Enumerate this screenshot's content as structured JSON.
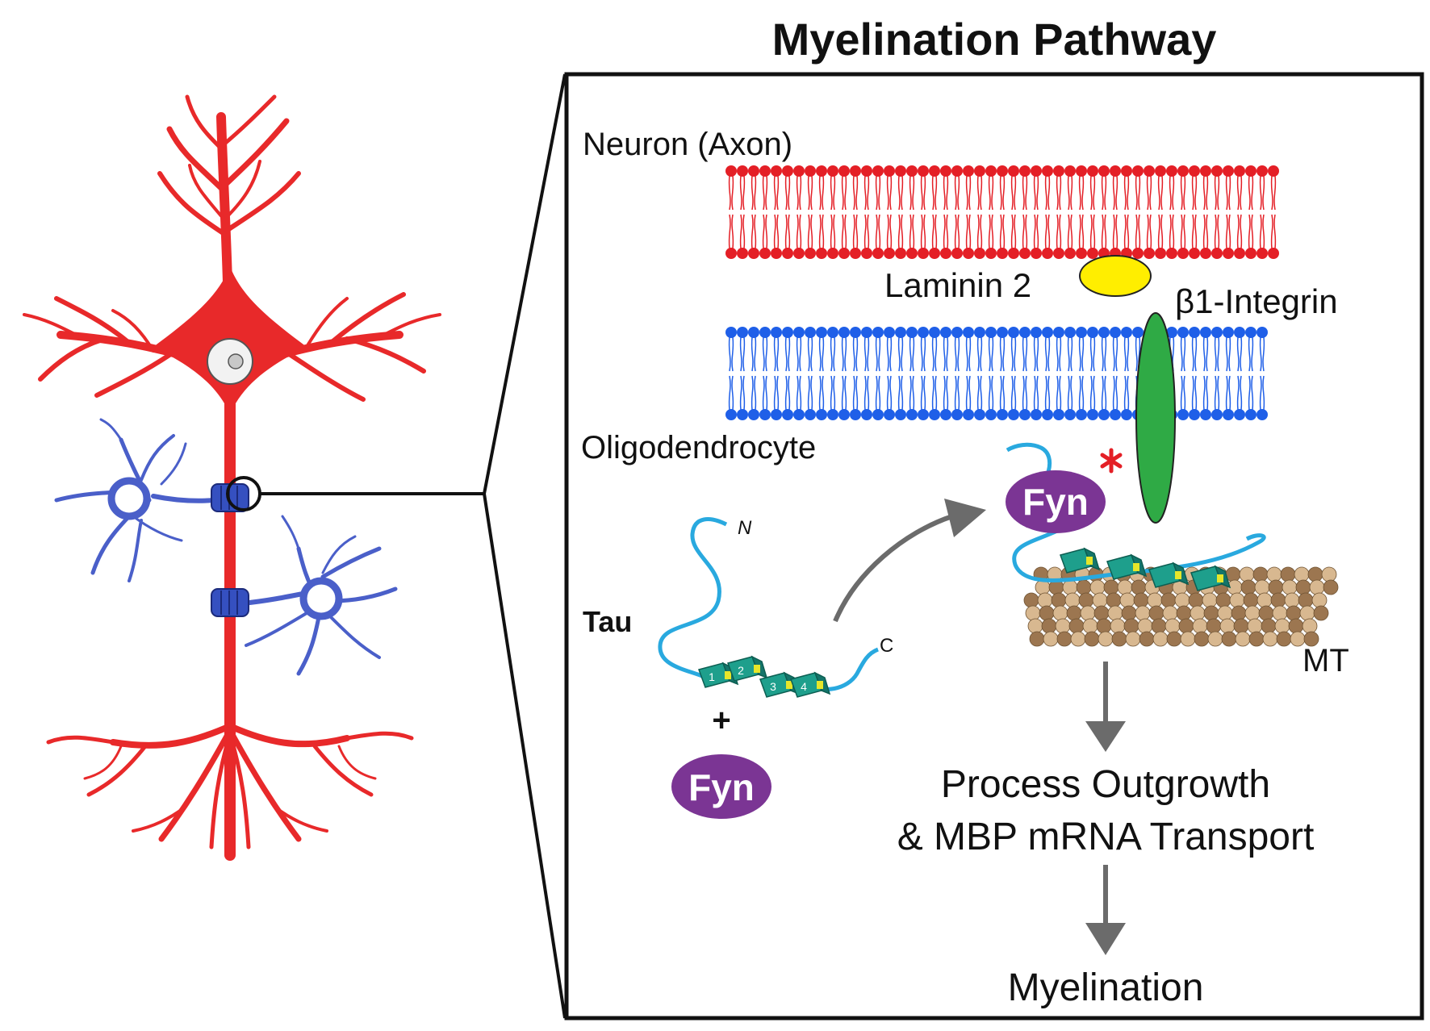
{
  "title": "Myelination Pathway",
  "labels": {
    "neuron_axon": "Neuron (Axon)",
    "laminin": "Laminin 2",
    "integrin": "β1-Integrin",
    "oligodendrocyte": "Oligodendrocyte",
    "tau": "Tau",
    "plus": "+",
    "fyn_free": "Fyn",
    "fyn_bound": "Fyn",
    "mt": "MT",
    "terminus_n": "N",
    "terminus_c": "C",
    "repeats": [
      "1",
      "2",
      "3",
      "4"
    ],
    "outcome_line1": "Process Outgrowth",
    "outcome_line2": "& MBP mRNA Transport",
    "final": "Myelination"
  },
  "colors": {
    "neuron": "#e8292a",
    "oligodendrocyte": "#4a5fc9",
    "axon_membrane": "#e41f26",
    "oligo_membrane": "#1f5fe8",
    "laminin": "#ffee00",
    "integrin": "#2faa45",
    "fyn": "#7b3594",
    "tau_chain": "#29a9df",
    "repeat_domain": "#1e9f8c",
    "repeat_accent": "#e6e62a",
    "microtubule_dark": "#9c7650",
    "microtubule_light": "#d8b890",
    "arrow": "#6b6b6b",
    "phospho_mark": "#e41f26"
  }
}
